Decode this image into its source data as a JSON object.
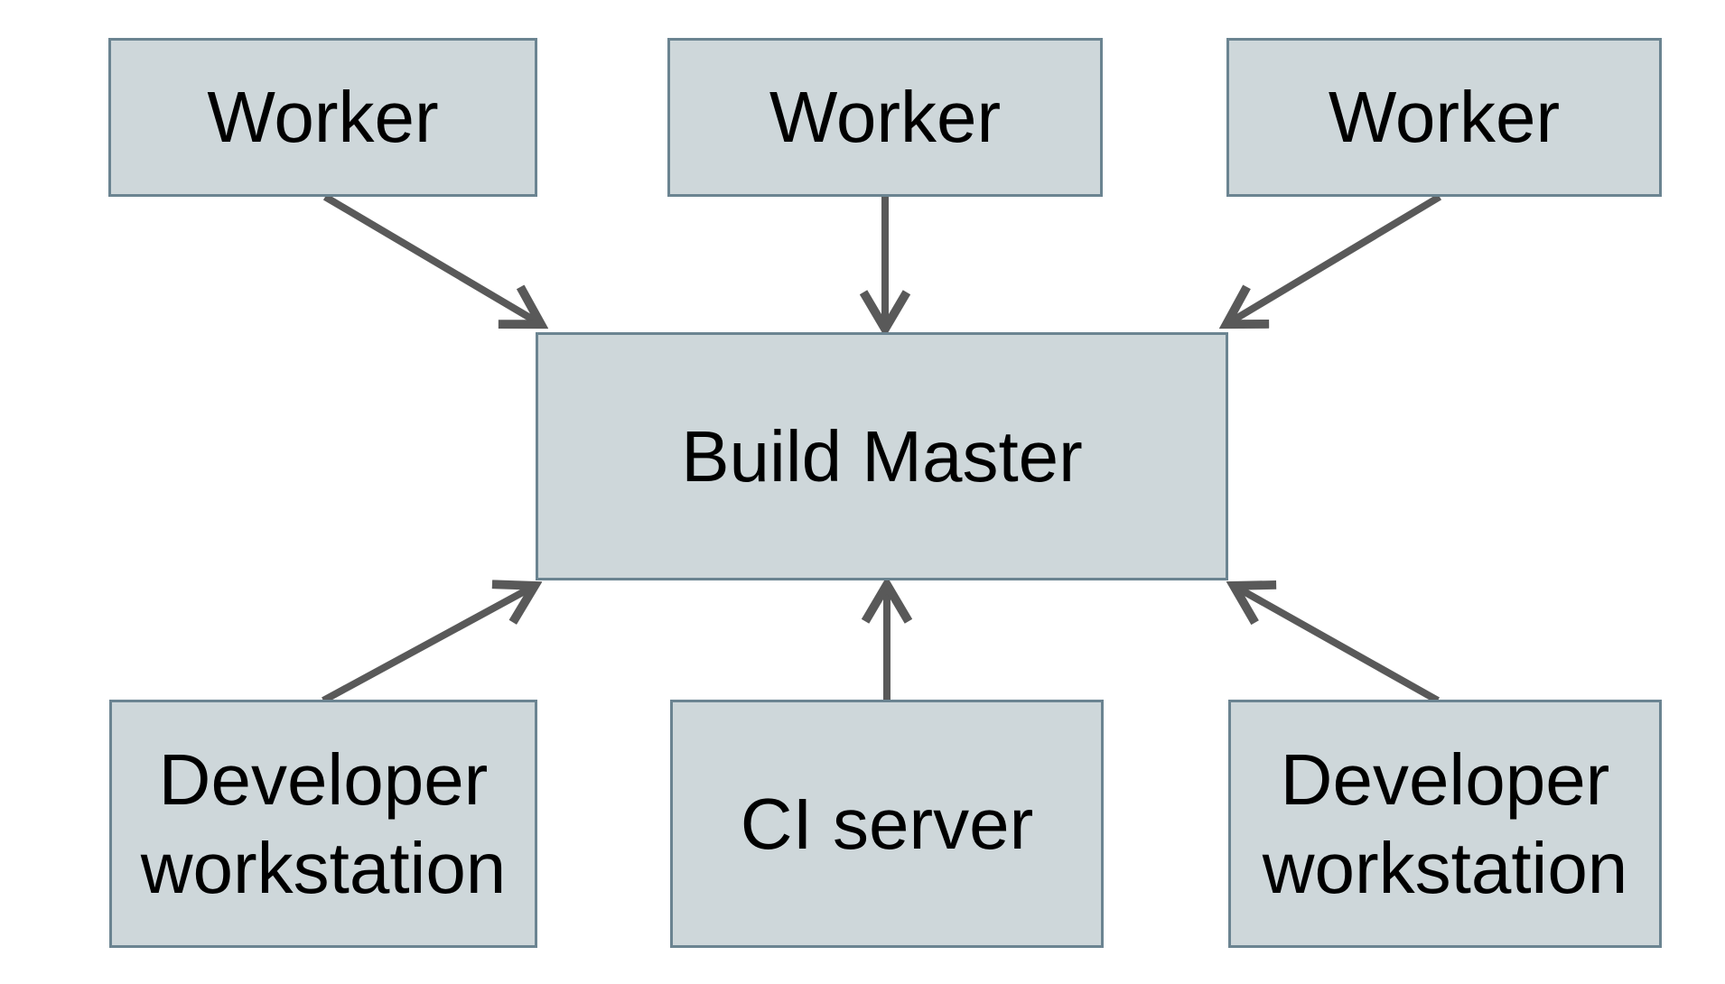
{
  "diagram": {
    "nodes": [
      {
        "id": "worker-1",
        "label": "Worker"
      },
      {
        "id": "worker-2",
        "label": "Worker"
      },
      {
        "id": "worker-3",
        "label": "Worker"
      },
      {
        "id": "build-master",
        "label": "Build Master"
      },
      {
        "id": "developer-workstation-left",
        "label": "Developer workstation"
      },
      {
        "id": "ci-server",
        "label": "CI server"
      },
      {
        "id": "developer-workstation-right",
        "label": "Developer workstation"
      }
    ],
    "arrows": [
      {
        "from": "worker-1",
        "to": "build-master"
      },
      {
        "from": "worker-2",
        "to": "build-master"
      },
      {
        "from": "worker-3",
        "to": "build-master"
      },
      {
        "from": "developer-workstation-left",
        "to": "build-master"
      },
      {
        "from": "ci-server",
        "to": "build-master"
      },
      {
        "from": "developer-workstation-right",
        "to": "build-master"
      }
    ],
    "colors": {
      "background": "#ffffff",
      "node_fill": "#ced7da",
      "node_border": "#6b8491",
      "arrow": "#595959",
      "text": "#000000"
    }
  }
}
